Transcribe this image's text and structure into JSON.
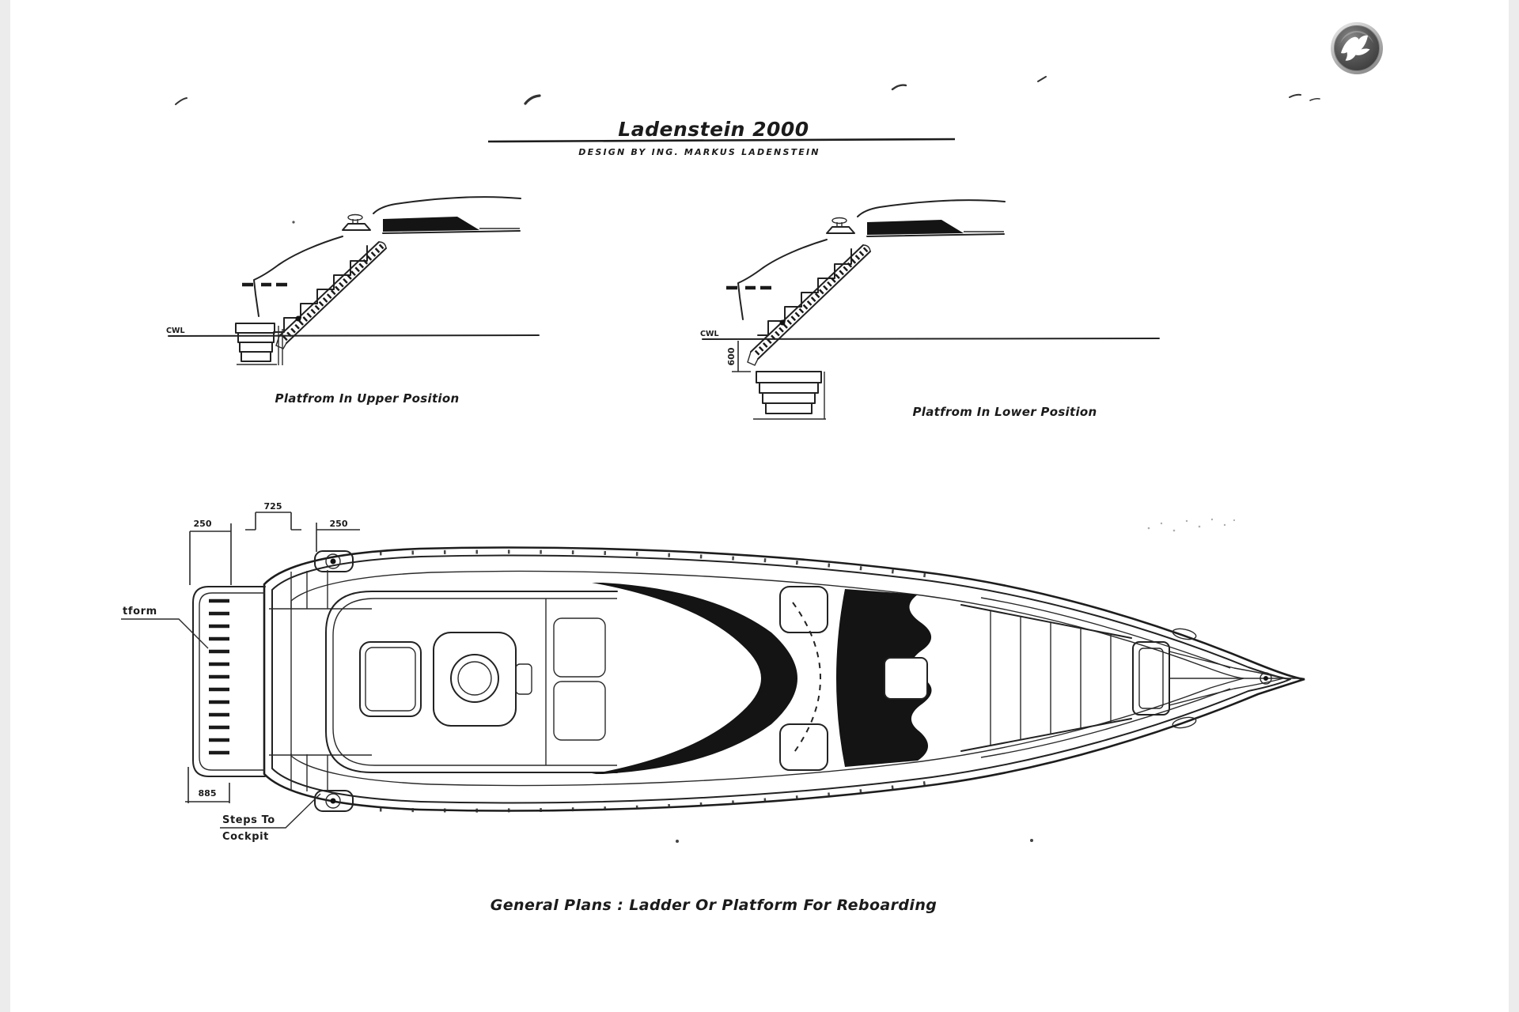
{
  "page": {
    "background": "#ffffff",
    "edge_color": "#ececec"
  },
  "logo": {
    "icon": "seagull-icon",
    "ring_color": "#c9c9c9",
    "sphere_color": "#555555",
    "bird_color": "#ffffff"
  },
  "header": {
    "title": "Ladenstein 2000",
    "subtitle": "DESIGN BY ING. MARKUS LADENSTEIN"
  },
  "views": {
    "upper": {
      "caption": "Platfrom In Upper Position",
      "cwl": "CWL"
    },
    "lower": {
      "caption": "Platfrom In Lower Position",
      "cwl": "CWL",
      "depth": "600"
    }
  },
  "plan": {
    "dims": {
      "d250l": "250",
      "d725": "725",
      "d250r": "250",
      "d885": "885"
    },
    "labels": {
      "platform": "tform",
      "steps1": "Steps To",
      "steps2": "Cockpit"
    }
  },
  "footer": {
    "caption": "General Plans : Ladder Or Platform For Reboarding"
  }
}
